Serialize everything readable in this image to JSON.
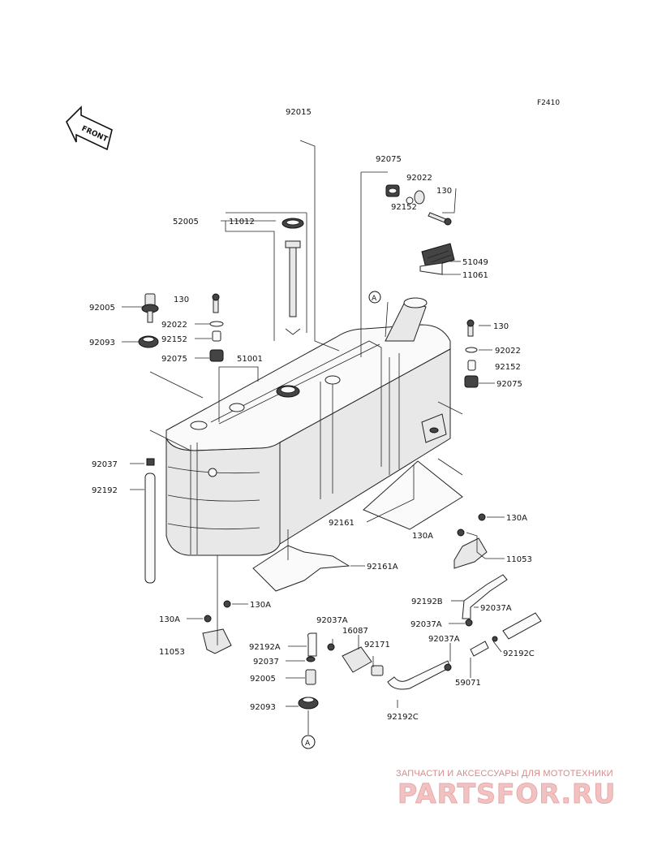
{
  "figure_code": "F2410",
  "front_arrow_text": "FRONT",
  "callouts": [
    {
      "id": "c-92015",
      "text": "92015"
    },
    {
      "id": "c-92075-top",
      "text": "92075"
    },
    {
      "id": "c-92022-top",
      "text": "92022"
    },
    {
      "id": "c-130-top",
      "text": "130"
    },
    {
      "id": "c-92152-top",
      "text": "92152"
    },
    {
      "id": "c-52005",
      "text": "52005"
    },
    {
      "id": "c-11012",
      "text": "11012"
    },
    {
      "id": "c-51049",
      "text": "51049"
    },
    {
      "id": "c-11061",
      "text": "11061"
    },
    {
      "id": "c-92005-l",
      "text": "92005"
    },
    {
      "id": "c-130-l",
      "text": "130"
    },
    {
      "id": "c-92022-l",
      "text": "92022"
    },
    {
      "id": "c-92093-l",
      "text": "92093"
    },
    {
      "id": "c-92152-l",
      "text": "92152"
    },
    {
      "id": "c-92075-l",
      "text": "92075"
    },
    {
      "id": "c-51001",
      "text": "51001"
    },
    {
      "id": "c-130-r",
      "text": "130"
    },
    {
      "id": "c-92022-r",
      "text": "92022"
    },
    {
      "id": "c-92152-r",
      "text": "92152"
    },
    {
      "id": "c-92075-r",
      "text": "92075"
    },
    {
      "id": "c-92037-l",
      "text": "92037"
    },
    {
      "id": "c-92192",
      "text": "92192"
    },
    {
      "id": "c-92161",
      "text": "92161"
    },
    {
      "id": "c-130A-r1",
      "text": "130A"
    },
    {
      "id": "c-130A-r2",
      "text": "130A"
    },
    {
      "id": "c-11053-r",
      "text": "11053"
    },
    {
      "id": "c-92161A",
      "text": "92161A"
    },
    {
      "id": "c-130A-mid",
      "text": "130A"
    },
    {
      "id": "c-130A-l",
      "text": "130A"
    },
    {
      "id": "c-11053-l",
      "text": "11053"
    },
    {
      "id": "c-92192B",
      "text": "92192B"
    },
    {
      "id": "c-92037A-r",
      "text": "92037A"
    },
    {
      "id": "c-92037A-top",
      "text": "92037A"
    },
    {
      "id": "c-16087",
      "text": "16087"
    },
    {
      "id": "c-92037A-mid",
      "text": "92037A"
    },
    {
      "id": "c-92037A-rr",
      "text": "92037A"
    },
    {
      "id": "c-92192A",
      "text": "92192A"
    },
    {
      "id": "c-92171",
      "text": "92171"
    },
    {
      "id": "c-92192C-r",
      "text": "92192C"
    },
    {
      "id": "c-92037-b",
      "text": "92037"
    },
    {
      "id": "c-92005-b",
      "text": "92005"
    },
    {
      "id": "c-59071",
      "text": "59071"
    },
    {
      "id": "c-92093-b",
      "text": "92093"
    },
    {
      "id": "c-92192C-b",
      "text": "92192C"
    }
  ],
  "ref_marks": {
    "top": "A",
    "bottom": "A"
  },
  "watermark": {
    "caption": "ЗАПЧАСТИ И АКСЕССУАРЫ ДЛЯ МОТОТЕХНИКИ",
    "logo": "PARTSFOR.RU"
  }
}
